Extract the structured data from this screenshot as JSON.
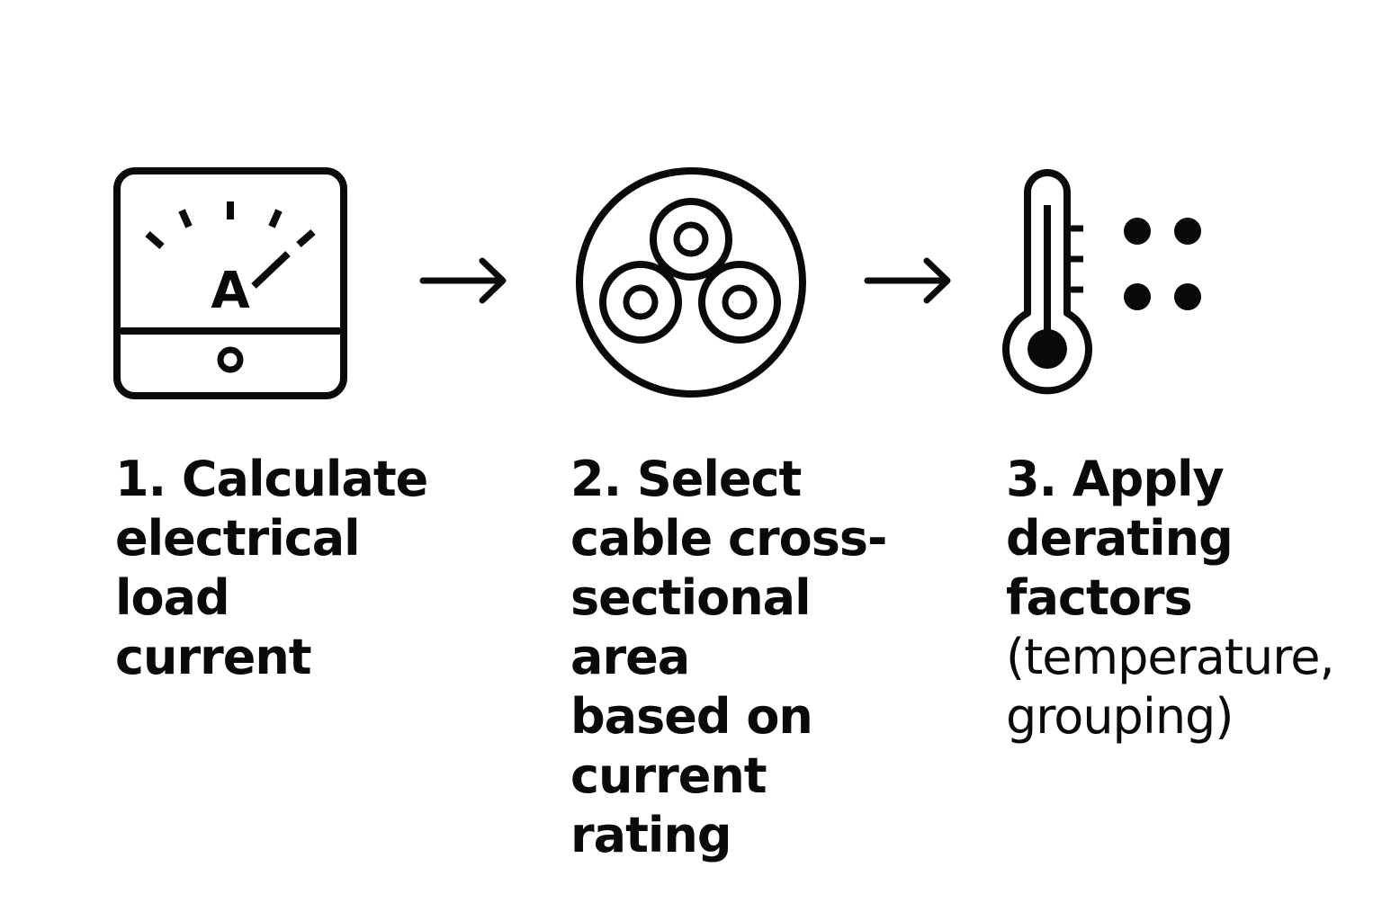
{
  "steps": [
    {
      "icon": "ammeter-icon",
      "meter_letter": "A",
      "lines": [
        "1. Calculate",
        "electrical",
        "load current"
      ],
      "sub_lines": []
    },
    {
      "icon": "cable-cross-section-icon",
      "lines": [
        "2. Select",
        "cable cross-",
        "sectional area",
        "based on",
        "current rating"
      ],
      "sub_lines": []
    },
    {
      "icon": "thermometer-grouping-icon",
      "lines": [
        "3. Apply",
        "derating",
        "factors"
      ],
      "sub_lines": [
        "(temperature,",
        "grouping)"
      ]
    }
  ],
  "arrows": [
    "arrow-right-icon",
    "arrow-right-icon"
  ],
  "colors": {
    "stroke": "#0a0a0a",
    "background": "#ffffff"
  }
}
